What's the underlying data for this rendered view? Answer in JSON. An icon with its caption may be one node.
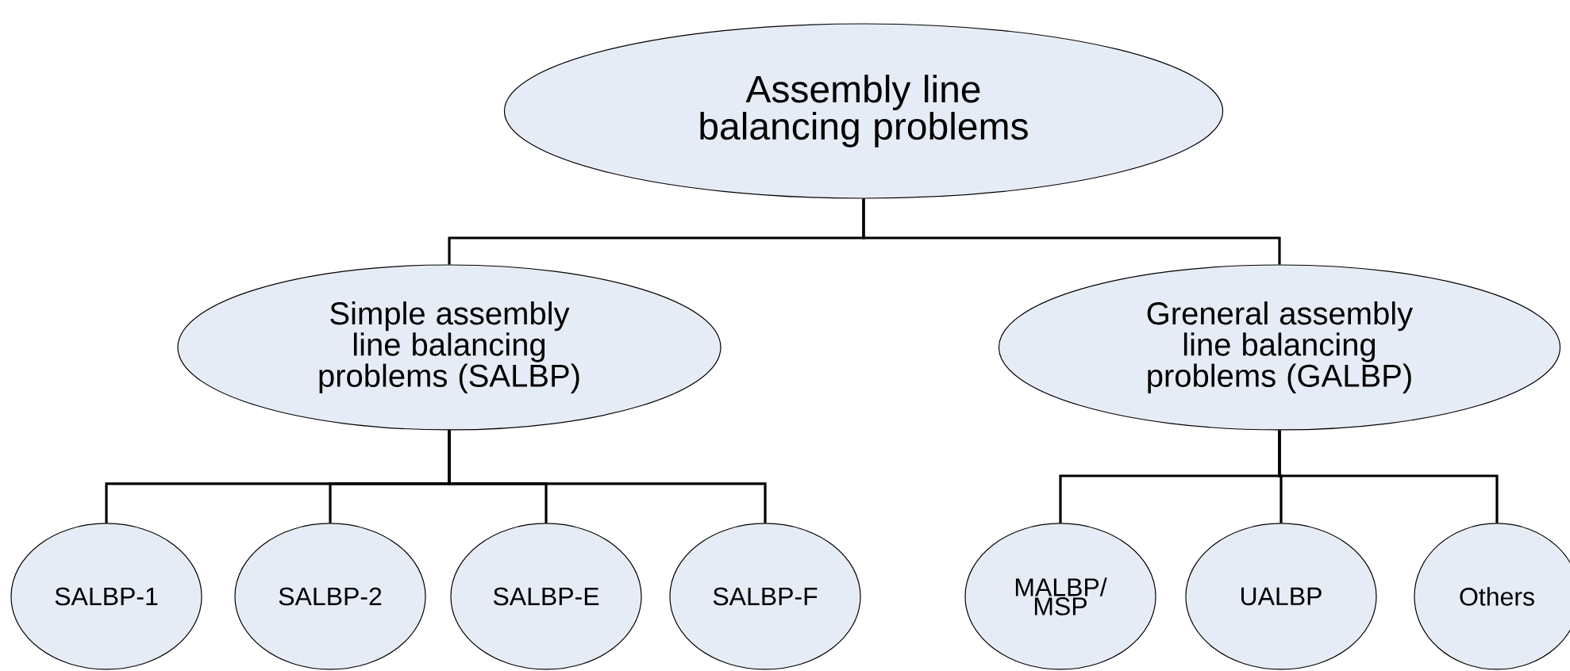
{
  "diagram": {
    "nodes": [
      {
        "text": [
          "Assembly line balancing problems"
        ]
      },
      {
        "text": [
          "Simple assembly line balancing problems (SALBP)"
        ]
      },
      {
        "text": [
          "Greneral assembly line balancing problems (GALBP)"
        ]
      },
      {
        "text": [
          "SALBP-1"
        ]
      },
      {
        "text": [
          "SALBP-2"
        ]
      },
      {
        "text": [
          "SALBP-E"
        ]
      },
      {
        "text": [
          "SALBP-F"
        ]
      },
      {
        "text": [
          "MALBP/ MSP"
        ]
      },
      {
        "text": [
          "UALBP"
        ]
      },
      {
        "text": [
          "Others"
        ]
      }
    ],
    "edges": [
      {
        "from": 0,
        "to": 1,
        "arrow": "none"
      },
      {
        "from": 0,
        "to": 2,
        "arrow": "none"
      },
      {
        "from": 1,
        "to": 3,
        "arrow": "none"
      },
      {
        "from": 1,
        "to": 4,
        "arrow": "none"
      },
      {
        "from": 1,
        "to": 5,
        "arrow": "none"
      },
      {
        "from": 1,
        "to": 6,
        "arrow": "none"
      },
      {
        "from": 2,
        "to": 7,
        "arrow": "none"
      },
      {
        "from": 2,
        "to": 8,
        "arrow": "none"
      },
      {
        "from": 2,
        "to": 9,
        "arrow": "none"
      }
    ]
  }
}
